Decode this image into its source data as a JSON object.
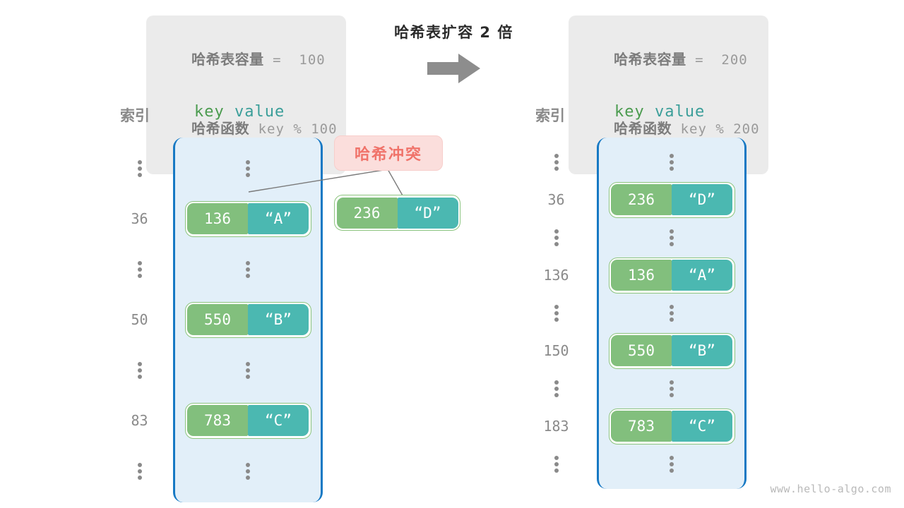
{
  "center": {
    "title": "哈希表扩容 2 倍",
    "arrow_icon": "arrow-right-icon"
  },
  "info_left": {
    "capacity_label": "哈希表容量",
    "capacity_expr": " =  100",
    "function_label": "哈希函数",
    "function_expr": " key % 100"
  },
  "info_right": {
    "capacity_label": "哈希表容量",
    "capacity_expr": " =  200",
    "function_label": "哈希函数",
    "function_expr": " key % 200"
  },
  "left_table": {
    "header_index": "索引",
    "header_key": "key",
    "header_value": "value",
    "rows": [
      {
        "index": "⋮",
        "type": "dots"
      },
      {
        "index": "36",
        "type": "entry",
        "key": "136",
        "value": "“A”"
      },
      {
        "index": "⋮",
        "type": "dots"
      },
      {
        "index": "50",
        "type": "entry",
        "key": "550",
        "value": "“B”"
      },
      {
        "index": "⋮",
        "type": "dots"
      },
      {
        "index": "83",
        "type": "entry",
        "key": "783",
        "value": "“C”"
      },
      {
        "index": "⋮",
        "type": "dots"
      }
    ]
  },
  "right_table": {
    "header_index": "索引",
    "header_key": "key",
    "header_value": "value",
    "rows": [
      {
        "index": "⋮",
        "type": "dots"
      },
      {
        "index": "36",
        "type": "entry",
        "key": "236",
        "value": "“D”"
      },
      {
        "index": "⋮",
        "type": "dots"
      },
      {
        "index": "136",
        "type": "entry",
        "key": "136",
        "value": "“A”"
      },
      {
        "index": "⋮",
        "type": "dots"
      },
      {
        "index": "150",
        "type": "entry",
        "key": "550",
        "value": "“B”"
      },
      {
        "index": "⋮",
        "type": "dots"
      },
      {
        "index": "183",
        "type": "entry",
        "key": "783",
        "value": "“C”"
      },
      {
        "index": "⋮",
        "type": "dots"
      }
    ]
  },
  "collision": {
    "badge_label": "哈希冲突",
    "floating_key": "236",
    "floating_value": "“D”"
  },
  "watermark": "www.hello-algo.com",
  "colors": {
    "key_cell": "#82bf7d",
    "value_cell": "#4bb8b1",
    "pair_border": "#8cc47e",
    "bucket_fill": "#e2eff9",
    "bucket_border": "#1779c4",
    "badge_bg": "#fbdedc",
    "badge_text": "#f0736a",
    "info_bg": "#ebebeb",
    "header_key": "#4b9b4f",
    "header_value": "#3a9e99",
    "muted_text": "#8a8a8a",
    "arrow": "#8d8d8d"
  }
}
